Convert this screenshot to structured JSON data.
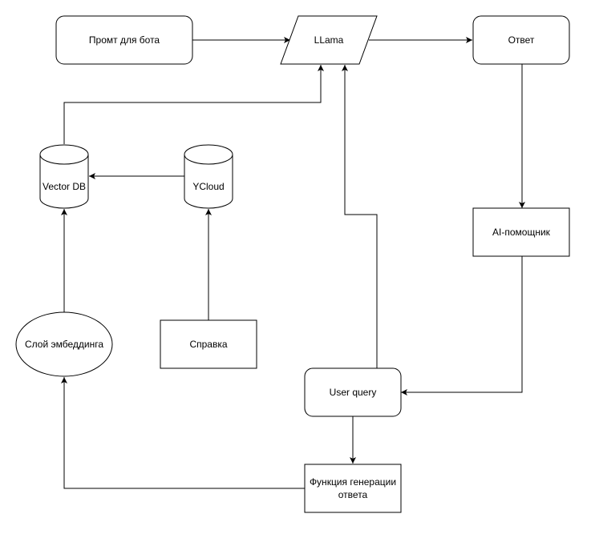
{
  "nodes": {
    "prompt": "Промт для бота",
    "llama": "LLama",
    "answer": "Ответ",
    "vector_db": "Vector DB",
    "ycloud": "YCloud",
    "assistant": "AI-помощник",
    "embedding": "Слой эмбеддинга",
    "reference": "Справка",
    "user_query": "User query",
    "generation_line1": "Функция генерации",
    "generation_line2": "ответа"
  }
}
